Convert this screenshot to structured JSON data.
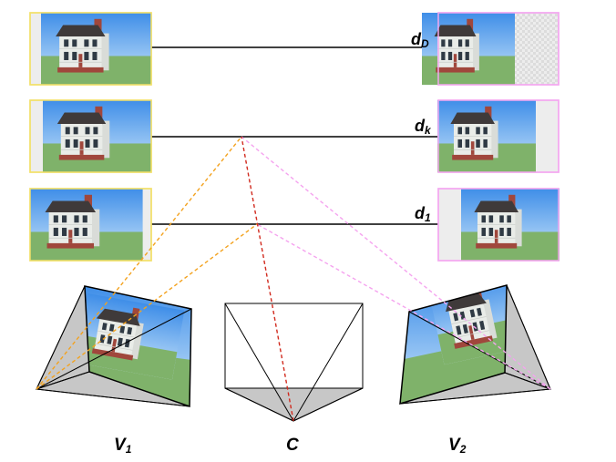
{
  "depth_labels": {
    "top": {
      "main": "d",
      "sub": "D"
    },
    "mid": {
      "main": "d",
      "sub": "k"
    },
    "bottom": {
      "main": "d",
      "sub": "1"
    }
  },
  "camera_labels": {
    "left": {
      "main": "V",
      "sub": "1"
    },
    "center": {
      "main": "C",
      "sub": ""
    },
    "right": {
      "main": "V",
      "sub": "2"
    }
  },
  "colors": {
    "left_frame": "#f2e06a",
    "right_frame": "#f4a8f0",
    "left_rays": "#f3a21e",
    "right_rays": "#f5a3ef",
    "center_ray": "#d12a1e",
    "frustum_gray": "#c7c7c7",
    "sky_top": "#3f8ee8",
    "sky_bottom": "#cfe8fb",
    "grass": "#7fb26a",
    "house_wall": "#e9ece8",
    "house_roof": "#3f3a3a",
    "brick": "#a0473c"
  },
  "icons": [
    "house-image",
    "camera-frustum"
  ]
}
